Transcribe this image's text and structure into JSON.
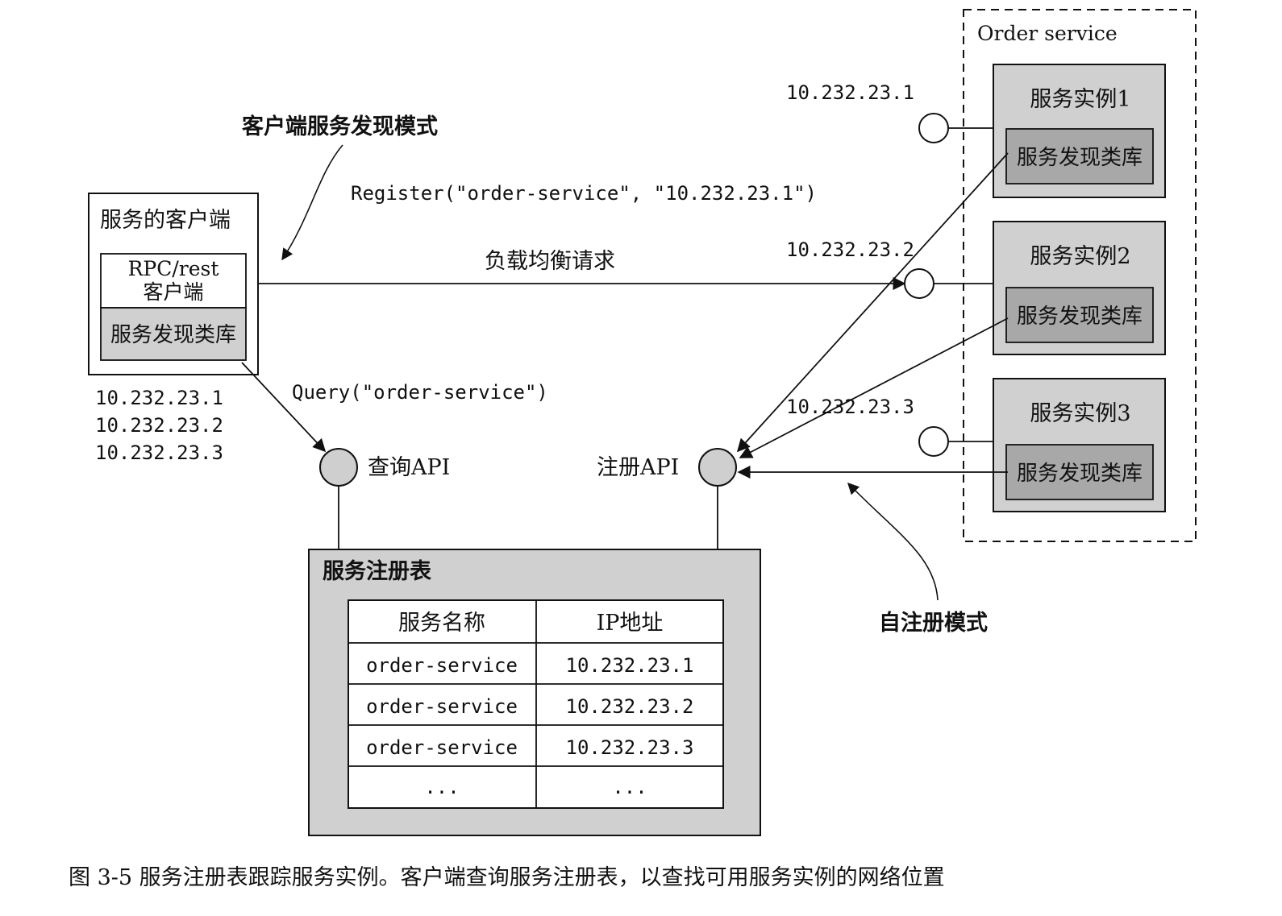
{
  "client_pattern_label": "客户端服务发现模式",
  "self_register_label": "自注册模式",
  "client": {
    "title": "服务的客户端",
    "rpc_line1": "RPC/rest",
    "rpc_line2": "客户端",
    "library": "服务发现类库",
    "ips": [
      "10.232.23.1",
      "10.232.23.2",
      "10.232.23.3"
    ]
  },
  "register_call": "Register(\"order-service\", \"10.232.23.1\")",
  "load_balance_label": "负载均衡请求",
  "query_call": "Query(\"order-service\")",
  "query_api_label": "查询API",
  "register_api_label": "注册API",
  "order_service": {
    "title": "Order service",
    "instances": [
      {
        "name": "服务实例1",
        "library": "服务发现类库",
        "ip": "10.232.23.1"
      },
      {
        "name": "服务实例2",
        "library": "服务发现类库",
        "ip": "10.232.23.2"
      },
      {
        "name": "服务实例3",
        "library": "服务发现类库",
        "ip": "10.232.23.3"
      }
    ]
  },
  "registry": {
    "title": "服务注册表",
    "headers": [
      "服务名称",
      "IP地址"
    ],
    "rows": [
      [
        "order-service",
        "10.232.23.1"
      ],
      [
        "order-service",
        "10.232.23.2"
      ],
      [
        "order-service",
        "10.232.23.3"
      ],
      [
        "...",
        "..."
      ]
    ]
  },
  "caption": "图 3-5   服务注册表跟踪服务实例。客户端查询服务注册表，以查找可用服务实例的网络位置",
  "colors": {
    "box_fill": "#d0d0d0",
    "library_fill": "#a8a8a8",
    "api_fill": "#cfcfcf",
    "line": "#111111"
  }
}
